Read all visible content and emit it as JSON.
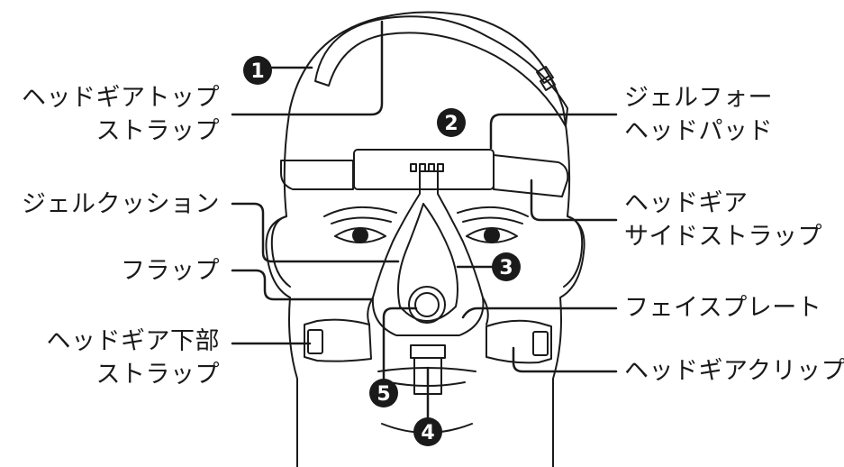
{
  "labels": {
    "headgear_top_strap": [
      "ヘッドギアトップ",
      "ストラップ"
    ],
    "gel_forehead_pad": [
      "ジェルフォー",
      "ヘッドパッド"
    ],
    "gel_cushion": "ジェルクッション",
    "headgear_side_strap": [
      "ヘッドギア",
      "サイドストラップ"
    ],
    "flap": "フラップ",
    "faceplate": "フェイスプレート",
    "headgear_lower_strap": [
      "ヘッドギア下部",
      "ストラップ"
    ],
    "headgear_clip": "ヘッドギアクリップ"
  },
  "markers": [
    "1",
    "2",
    "3",
    "4",
    "5"
  ],
  "colors": {
    "line": "#1a1a1a",
    "marker_bg": "#1a1a1a",
    "marker_text": "#ffffff"
  }
}
